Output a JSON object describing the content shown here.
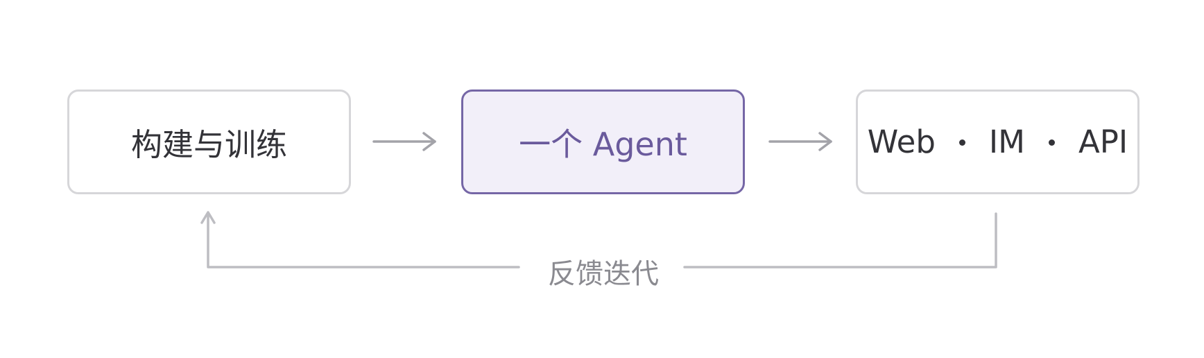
{
  "nodes": {
    "build": {
      "label": "构建与训练"
    },
    "agent": {
      "label": "一个 Agent"
    },
    "channels": {
      "items": [
        "Web",
        "IM",
        "API"
      ]
    }
  },
  "feedback": {
    "label": "反馈迭代"
  },
  "colors": {
    "neutral_border": "#d6d6d9",
    "accent_border": "#7566a6",
    "accent_fill": "#f2eff9",
    "accent_text": "#6a5a9c",
    "arrow": "#a3a3a9",
    "text": "#333338",
    "muted_text": "#8a8a90"
  }
}
